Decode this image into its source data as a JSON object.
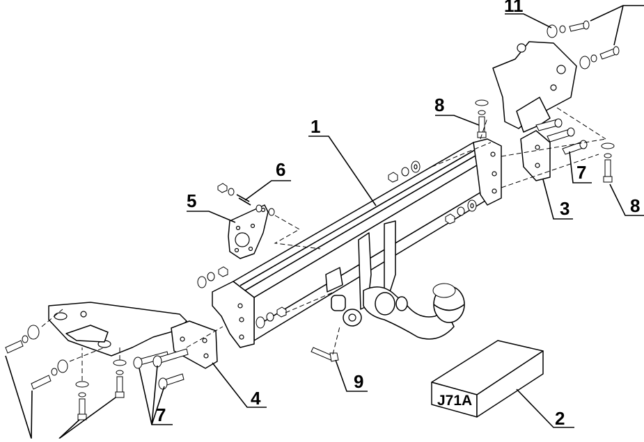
{
  "callouts": {
    "c1": "1",
    "c2": "2",
    "c3": "3",
    "c4": "4",
    "c5": "5",
    "c6": "6",
    "c7a": "7",
    "c7b": "7",
    "c8a": "8",
    "c8b": "8",
    "c9": "9",
    "c11": "11"
  },
  "kit_box": {
    "label": "J71A"
  }
}
